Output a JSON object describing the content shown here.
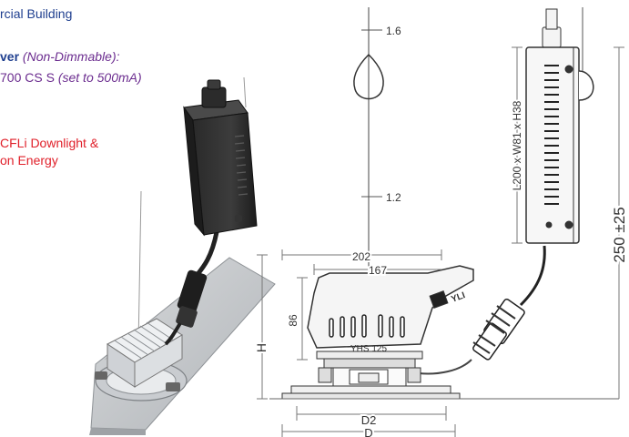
{
  "left_text": {
    "line1": "rcial Building",
    "line2_bold": "ver",
    "line2_italic": " (Non-Dimmable):",
    "line3_plain": "700 CS S",
    "line3_italic": " (set to 500mA)",
    "line4": "CFLi Downlight &",
    "line5": "on Energy"
  },
  "dimensions": {
    "wire_gauge_top": "1.6",
    "wire_gauge_bottom": "1.2",
    "driver_size": "L200 x W81 x H38",
    "overall_height": "250 ±25",
    "width_202": "202",
    "width_167": "167",
    "height_86": "86",
    "height_H": "H",
    "width_D2": "D2",
    "width_D": "D"
  },
  "labels": {
    "heatsink_model": "YHS 125",
    "brand_logo": "YLI"
  },
  "colors": {
    "title_blue": "#1f3f8f",
    "note_purple": "#6b2c8f",
    "highlight_red": "#e0202a"
  }
}
